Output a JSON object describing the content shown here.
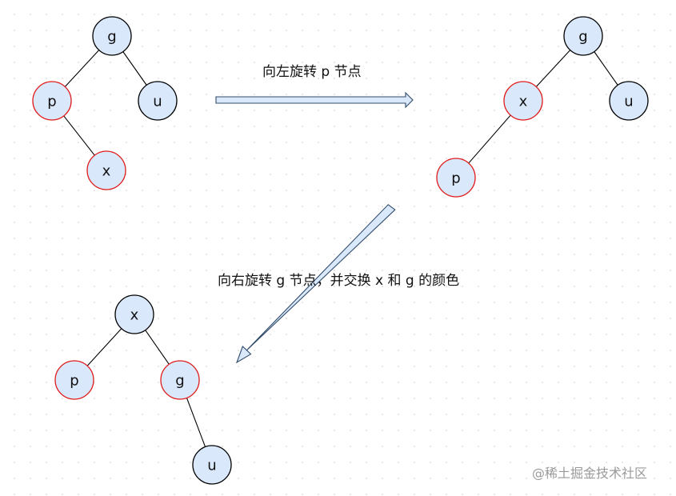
{
  "colors": {
    "node_fill": "#dae8fc",
    "black_node_stroke": "#000000",
    "red_node_stroke": "#e01b1b",
    "arrow_fill": "#dae8fc"
  },
  "steps": {
    "step1": "向左旋转 p 节点",
    "step2": "向右旋转 g 节点，并交换 x 和 g 的颜色"
  },
  "trees": [
    {
      "nodes": [
        {
          "id": "g",
          "label": "g",
          "color": "black"
        },
        {
          "id": "p",
          "label": "p",
          "color": "red"
        },
        {
          "id": "u",
          "label": "u",
          "color": "black"
        },
        {
          "id": "x",
          "label": "x",
          "color": "red"
        }
      ],
      "edges": [
        [
          "g",
          "p"
        ],
        [
          "g",
          "u"
        ],
        [
          "p",
          "x"
        ]
      ]
    },
    {
      "nodes": [
        {
          "id": "g",
          "label": "g",
          "color": "black"
        },
        {
          "id": "x",
          "label": "x",
          "color": "red"
        },
        {
          "id": "u",
          "label": "u",
          "color": "black"
        },
        {
          "id": "p",
          "label": "p",
          "color": "red"
        }
      ],
      "edges": [
        [
          "g",
          "x"
        ],
        [
          "g",
          "u"
        ],
        [
          "x",
          "p"
        ]
      ]
    },
    {
      "nodes": [
        {
          "id": "x",
          "label": "x",
          "color": "black"
        },
        {
          "id": "p",
          "label": "p",
          "color": "red"
        },
        {
          "id": "g",
          "label": "g",
          "color": "red"
        },
        {
          "id": "u",
          "label": "u",
          "color": "black"
        }
      ],
      "edges": [
        [
          "x",
          "p"
        ],
        [
          "x",
          "g"
        ],
        [
          "g",
          "u"
        ]
      ]
    }
  ],
  "watermark": "@稀土掘金技术社区"
}
